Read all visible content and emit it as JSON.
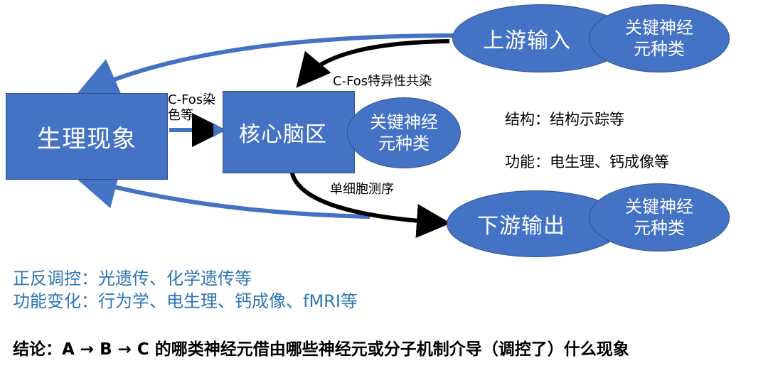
{
  "nodes": {
    "physio": "生理现象",
    "core": "核心脑区",
    "upstream": "上游输入",
    "downstream": "下游输出",
    "key_neuron_line1": "关键神经",
    "key_neuron_line2": "元种类"
  },
  "edge_labels": {
    "cfos_line1": "C-Fos染",
    "cfos_line2": "色等",
    "cfos_specific": "C-Fos特异性共染",
    "single_cell": "单细胞测序"
  },
  "annotations": {
    "structure": "结构：结构示踪等",
    "function": "功能：电生理、钙成像等"
  },
  "notes": {
    "line1": "正反调控：光遗传、化学遗传等",
    "line2": "功能变化：行为学、电生理、钙成像、fMRI等"
  },
  "conclusion": "结论：A → B → C 的哪类神经元借由哪些神经元或分子机制介导（调控了）什么现象",
  "colors": {
    "node_fill": "#4472c4",
    "node_border": "#2f528f",
    "note_text": "#2e75b6",
    "arrow_black": "#000000"
  }
}
